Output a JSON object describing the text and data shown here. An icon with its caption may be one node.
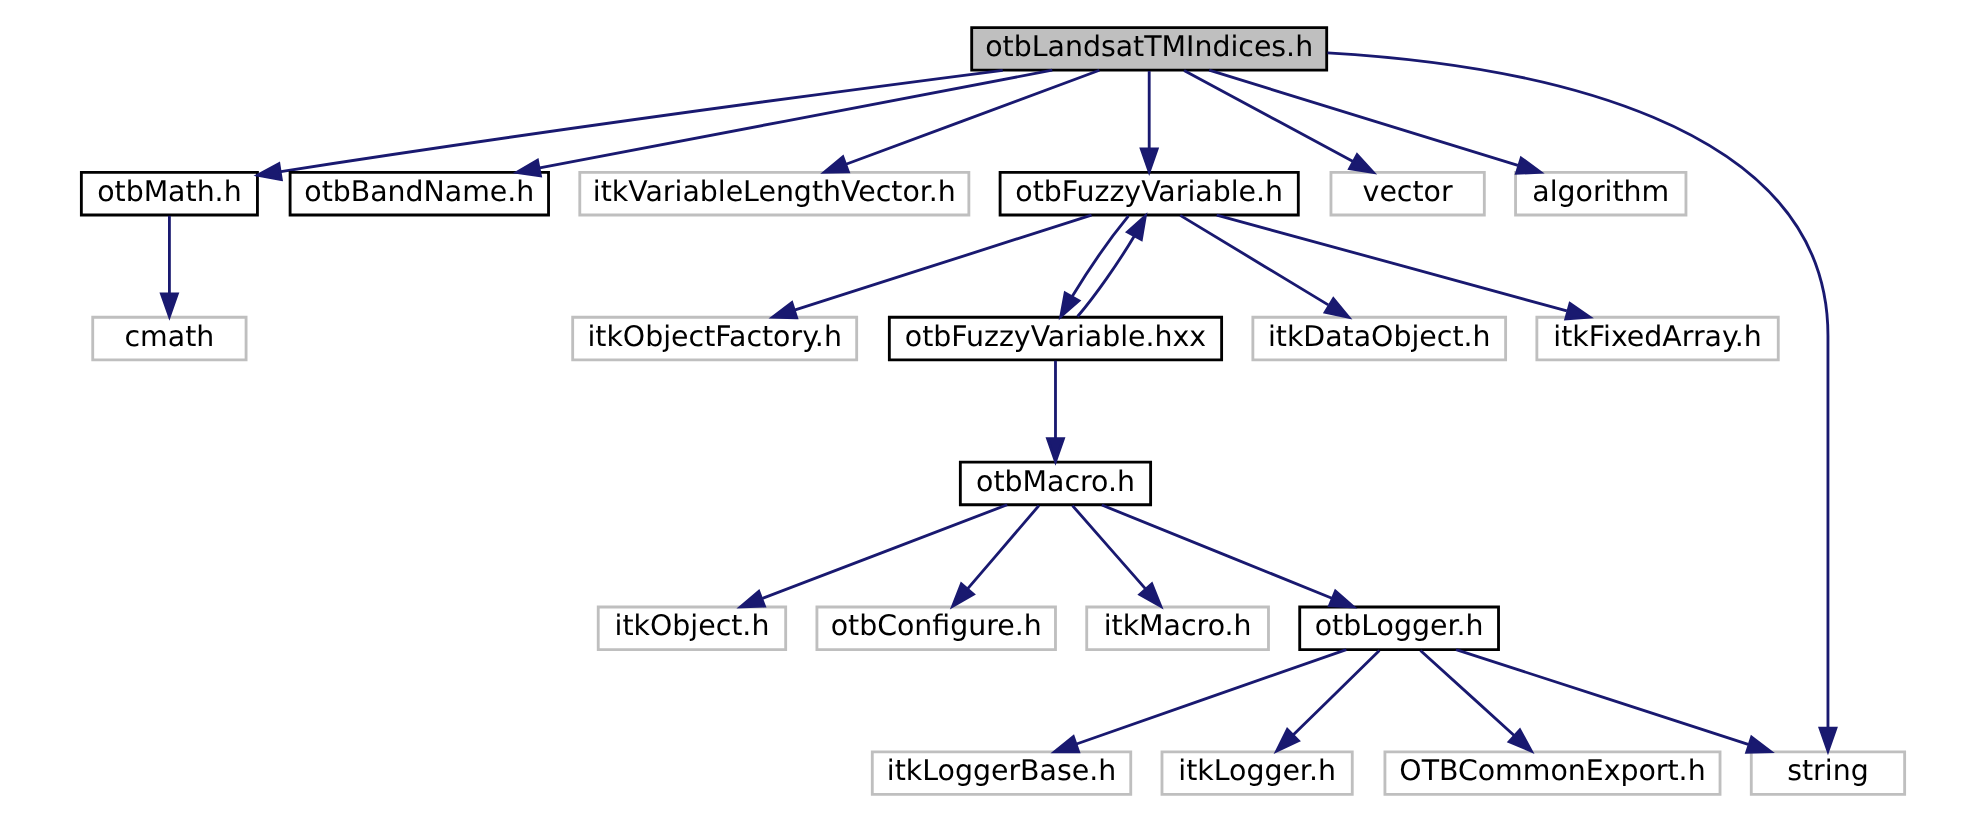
{
  "diagram": {
    "nodes": [
      {
        "text": [
          "otbLandsatTMIndices.h"
        ]
      },
      {
        "text": [
          "otbMath.h"
        ]
      },
      {
        "text": [
          "otbBandName.h"
        ]
      },
      {
        "text": [
          "itkVariableLengthVector.h"
        ]
      },
      {
        "text": [
          "otbFuzzyVariable.h"
        ]
      },
      {
        "text": [
          "vector"
        ]
      },
      {
        "text": [
          "algorithm"
        ]
      },
      {
        "text": [
          "cmath"
        ]
      },
      {
        "text": [
          "itkObjectFactory.h"
        ]
      },
      {
        "text": [
          "otbFuzzyVariable.hxx"
        ]
      },
      {
        "text": [
          "itkDataObject.h"
        ]
      },
      {
        "text": [
          "itkFixedArray.h"
        ]
      },
      {
        "text": [
          "otbMacro.h"
        ]
      },
      {
        "text": [
          "itkObject.h"
        ]
      },
      {
        "text": [
          "otbConfigure.h"
        ]
      },
      {
        "text": [
          "itkMacro.h"
        ]
      },
      {
        "text": [
          "otbLogger.h"
        ]
      },
      {
        "text": [
          "itkLoggerBase.h"
        ]
      },
      {
        "text": [
          "itkLogger.h"
        ]
      },
      {
        "text": [
          "OTBCommonExport.h"
        ]
      },
      {
        "text": [
          "string"
        ]
      }
    ],
    "edges": [
      {
        "from": 0,
        "to": 1,
        "arrow": "to"
      },
      {
        "from": 0,
        "to": 2,
        "arrow": "to"
      },
      {
        "from": 0,
        "to": 3,
        "arrow": "to"
      },
      {
        "from": 0,
        "to": 4,
        "arrow": "to"
      },
      {
        "from": 0,
        "to": 20,
        "arrow": "to"
      },
      {
        "from": 0,
        "to": 5,
        "arrow": "to"
      },
      {
        "from": 0,
        "to": 6,
        "arrow": "to"
      },
      {
        "from": 1,
        "to": 7,
        "arrow": "to"
      },
      {
        "from": 4,
        "to": 8,
        "arrow": "to"
      },
      {
        "from": 4,
        "to": 9,
        "arrow": "to"
      },
      {
        "from": 4,
        "to": 10,
        "arrow": "to"
      },
      {
        "from": 4,
        "to": 11,
        "arrow": "to"
      },
      {
        "from": 9,
        "to": 4,
        "arrow": "to"
      },
      {
        "from": 9,
        "to": 12,
        "arrow": "to"
      },
      {
        "from": 12,
        "to": 13,
        "arrow": "to"
      },
      {
        "from": 12,
        "to": 14,
        "arrow": "to"
      },
      {
        "from": 12,
        "to": 15,
        "arrow": "to"
      },
      {
        "from": 12,
        "to": 16,
        "arrow": "to"
      },
      {
        "from": 16,
        "to": 17,
        "arrow": "to"
      },
      {
        "from": 16,
        "to": 18,
        "arrow": "to"
      },
      {
        "from": 16,
        "to": 19,
        "arrow": "to"
      },
      {
        "from": 16,
        "to": 20,
        "arrow": "to"
      }
    ]
  }
}
